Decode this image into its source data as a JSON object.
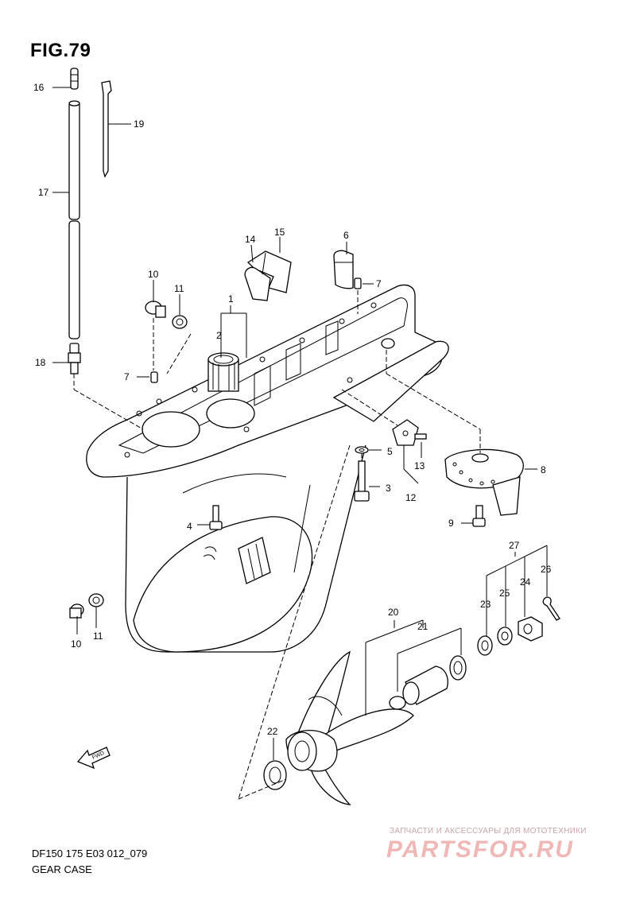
{
  "figure": {
    "title": "FIG.79",
    "model_code": "DF150 175 E03 012_079",
    "name": "GEAR CASE",
    "fwd_label": "FWD"
  },
  "watermark": {
    "caption": "ЗАПЧАСТИ И АКСЕССУАРЫ ДЛЯ МОТОТЕХНИКИ",
    "logo": "PARTSFOR.RU"
  },
  "callouts": {
    "c1": "1",
    "c2": "2",
    "c3": "3",
    "c4": "4",
    "c5": "5",
    "c6": "6",
    "c7a": "7",
    "c7b": "7",
    "c8": "8",
    "c9": "9",
    "c10a": "10",
    "c10b": "10",
    "c11a": "11",
    "c11b": "11",
    "c12": "12",
    "c13": "13",
    "c14": "14",
    "c15": "15",
    "c16": "16",
    "c17": "17",
    "c18": "18",
    "c19": "19",
    "c20": "20",
    "c21": "21",
    "c22": "22",
    "c23": "23",
    "c24": "24",
    "c25": "25",
    "c26": "26",
    "c27": "27"
  }
}
